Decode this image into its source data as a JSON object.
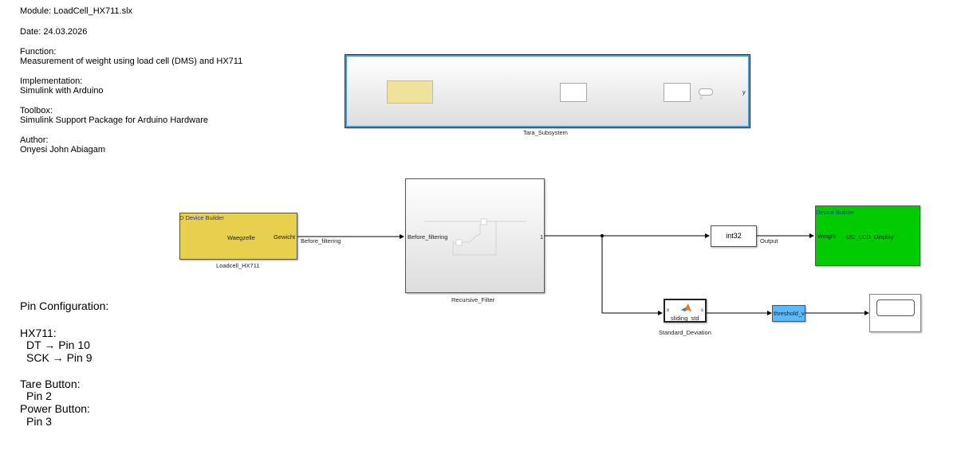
{
  "annotation": {
    "module": "Module: LoadCell_HX711.slx",
    "date": "Date: 24.03.2026",
    "function_label": "Function:",
    "function": "Measurement of weight using load cell (DMS) and HX711",
    "implementation_label": "Implementation:",
    "implementation": "Simulink with Arduino",
    "toolbox_label": "Toolbox:",
    "toolbox": "Simulink Support Package for Arduino Hardware",
    "author_label": "Author:",
    "author": "Onyesi John Abiagam"
  },
  "pins": {
    "title": "Pin Configuration:",
    "hx711": "HX711:",
    "dt": "DT → Pin 10",
    "sck": "SCK → Pin 9",
    "tare": "Tare Button:",
    "tare_pin": "Pin 2",
    "power": "Power Button:",
    "power_pin": "Pin 3"
  },
  "blocks": {
    "tara": {
      "name": "Tara_Subsystem",
      "port_out": "y",
      "inner_term": "y"
    },
    "loadcell": {
      "name": "Loadcell_HX711",
      "header": "D Device Builder",
      "title": "Waegzelle",
      "port_out": "Gewicht"
    },
    "filter": {
      "name": "Recursive_Filter",
      "port_in": "Before_filtering",
      "port_out": "1"
    },
    "int32": {
      "label": "int32"
    },
    "lcd": {
      "header": "Device Builder",
      "port_in": "Weight",
      "title": "I2C_LCD_Display"
    },
    "std": {
      "name": "Standard_Deviation",
      "title": "sliding_std",
      "port_in": "x",
      "port_out": "s"
    },
    "threshold": {
      "label": "threshold_va"
    }
  },
  "signals": {
    "before_filtering": "Before_filtering",
    "output": "Output"
  },
  "colors": {
    "loadcell": "#e6d04e",
    "lcd": "#00cc00",
    "threshold": "#5cb8f6",
    "selection": "#3a9de0"
  }
}
